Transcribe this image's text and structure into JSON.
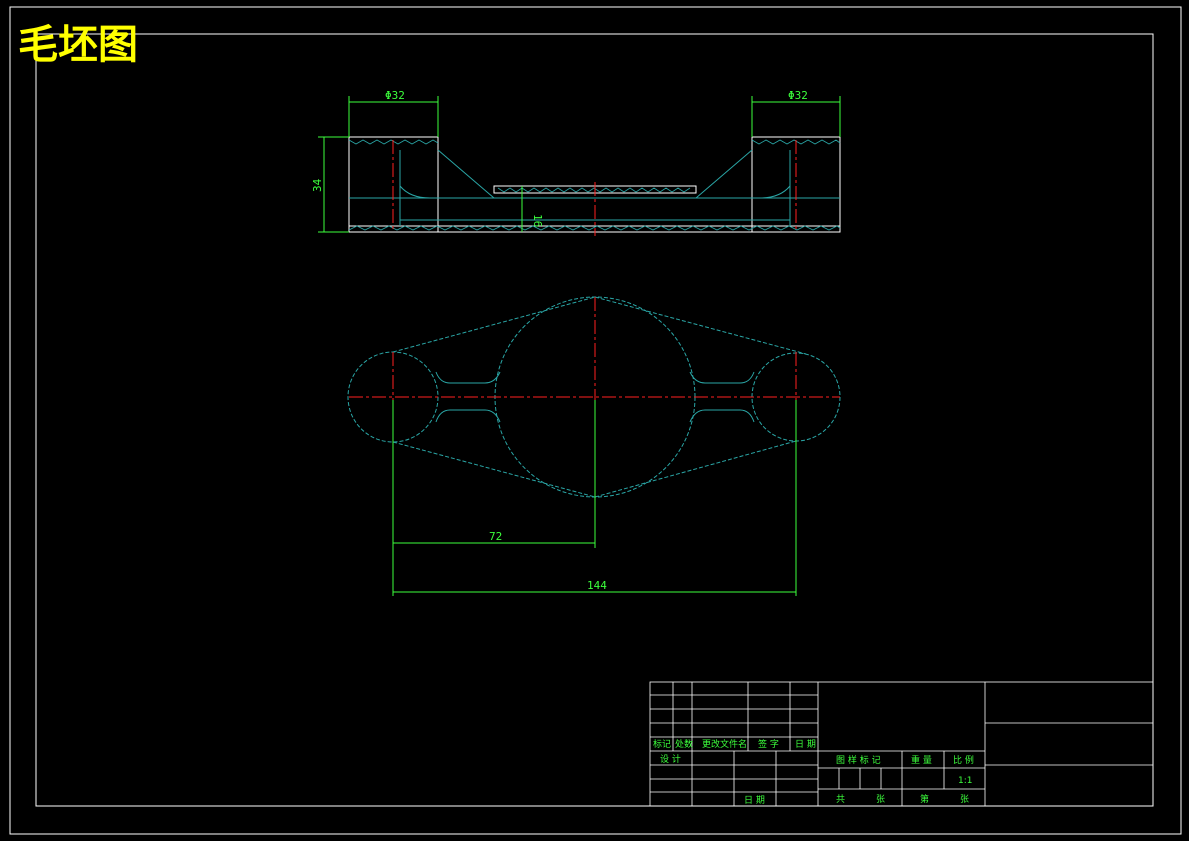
{
  "title": "毛坯图",
  "dimensions": {
    "top_left_dia": "Φ32",
    "top_right_dia": "Φ32",
    "height": "34",
    "web_thickness": "16",
    "half_span": "72",
    "full_span": "144"
  },
  "title_block": {
    "mark": "标记",
    "count": "处数",
    "change_doc": "更改文件名",
    "signature": "签 字",
    "date": "日 期",
    "design": "设 计",
    "approve_date": "日 期",
    "drawing_mark": "图 样 标 记",
    "weight": "重 量",
    "scale_label": "比 例",
    "scale_value": "1:1",
    "total": "共",
    "sheet_total": "张",
    "sheet": "第",
    "sheet_no": "张"
  },
  "colors": {
    "frame": "#ffffff",
    "dimension": "#3cff3c",
    "centerline": "#ff2020",
    "outline": "#2aa6a6",
    "title": "#ffff00"
  }
}
